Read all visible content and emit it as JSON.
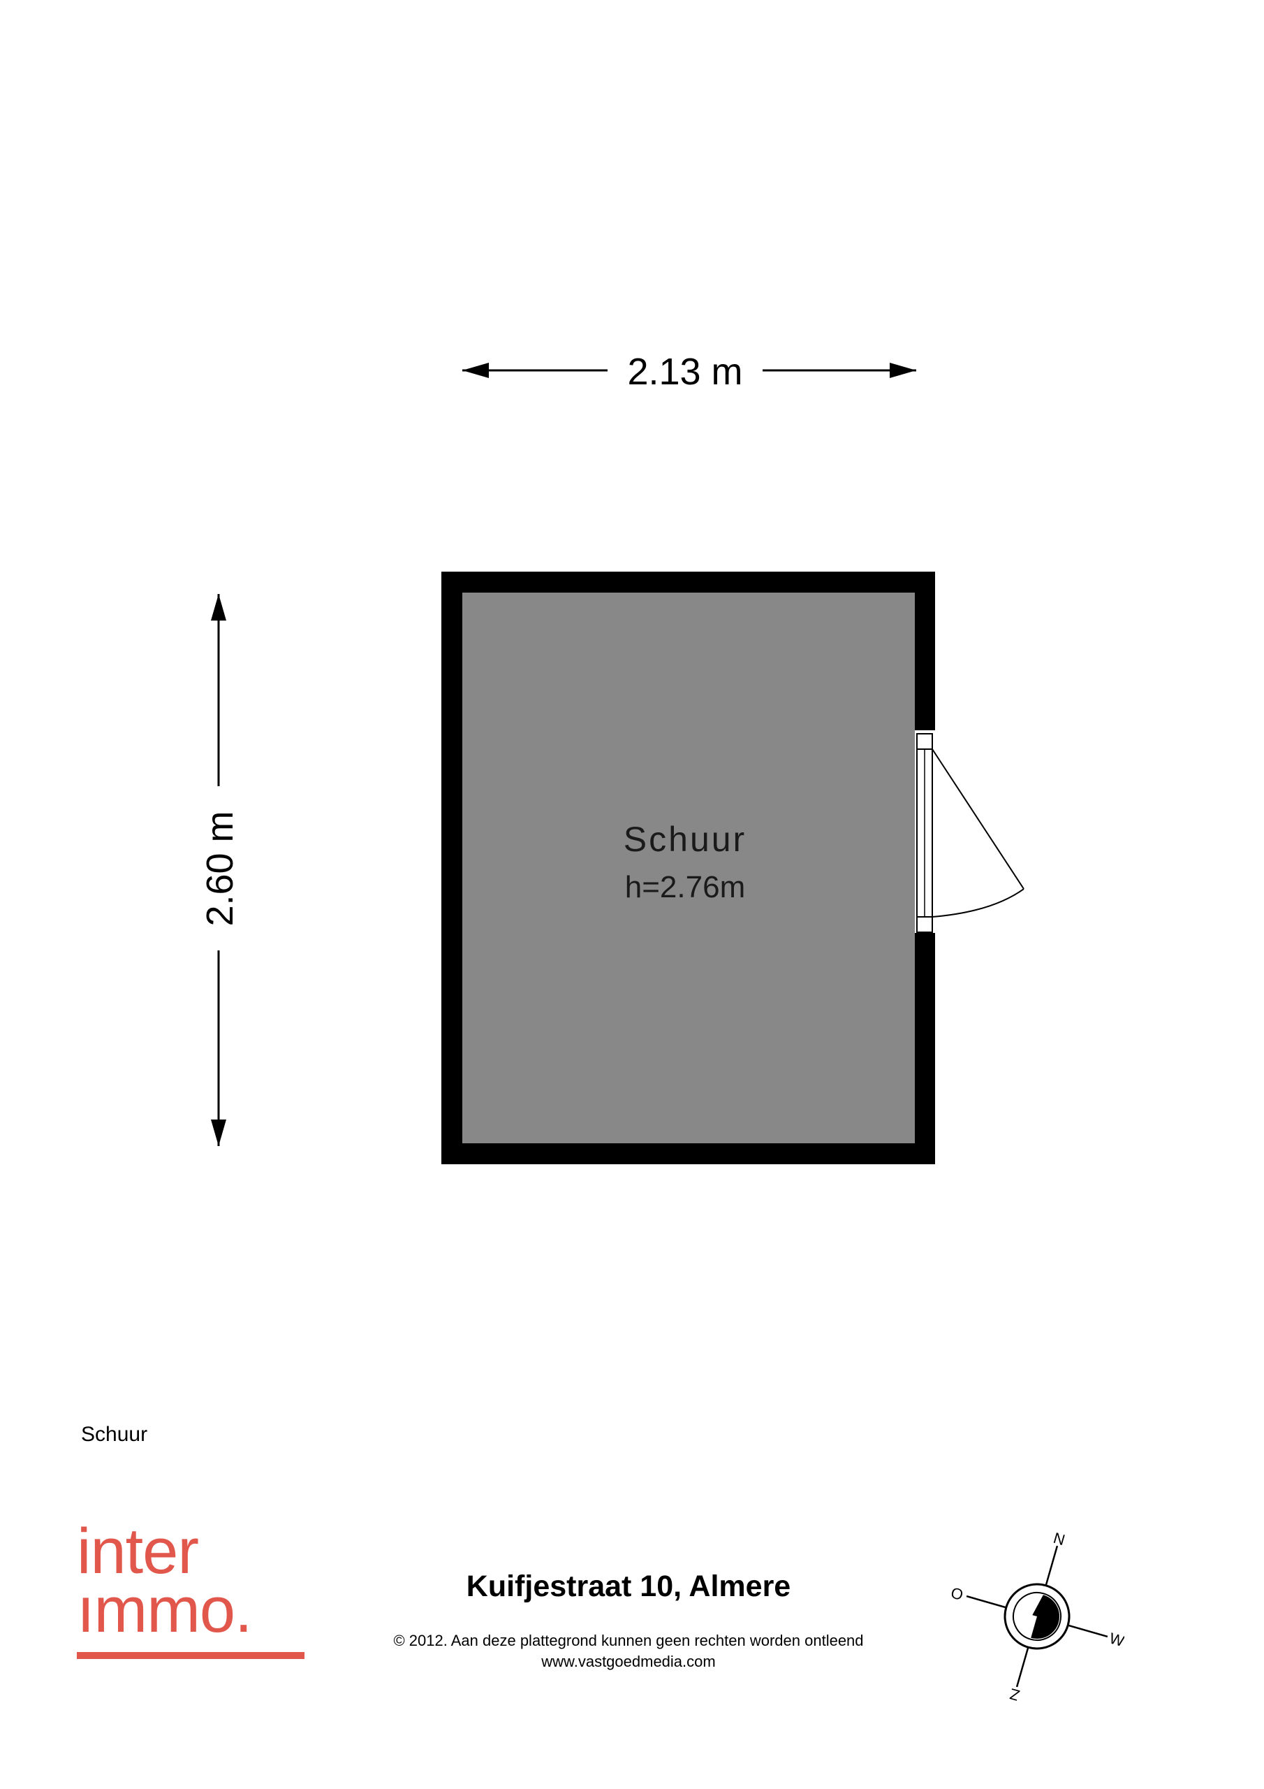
{
  "dimensions": {
    "width_label": "2.13 m",
    "height_label": "2.60 m"
  },
  "room": {
    "name": "Schuur",
    "height": "h=2.76m",
    "floor_color": "#888888",
    "wall_color": "#000000"
  },
  "floor_label": "Schuur",
  "brand": {
    "line1": "inter",
    "line2": "ımmo.",
    "color": "#e2574c"
  },
  "footer": {
    "address": "Kuifjestraat 10, Almere",
    "copyright": "© 2012. Aan deze plattegrond kunnen geen rechten worden ontleend",
    "website": "www.vastgoedmedia.com"
  },
  "compass": {
    "north": "N",
    "south": "Z",
    "east": "O",
    "west": "W",
    "icon": "compass-rose-icon"
  }
}
